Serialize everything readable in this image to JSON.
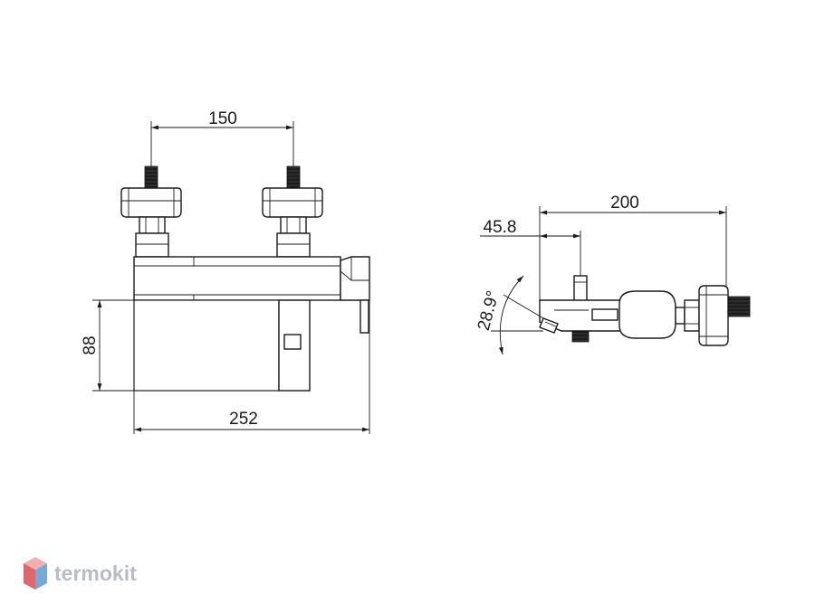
{
  "dimensions": {
    "front_inlet_spacing": "150",
    "front_height": "88",
    "front_width": "252",
    "side_total_depth": "200",
    "side_partial_depth": "45.8",
    "side_angle": "28.9°"
  },
  "watermark": {
    "brand": "termokit",
    "icon": "hexagon-cube-icon",
    "colors": {
      "top": "#f2a0a3",
      "left": "#d94c55",
      "right": "#5b9bd5"
    }
  },
  "colors": {
    "line": "#1a1a1a",
    "background": "#ffffff"
  }
}
